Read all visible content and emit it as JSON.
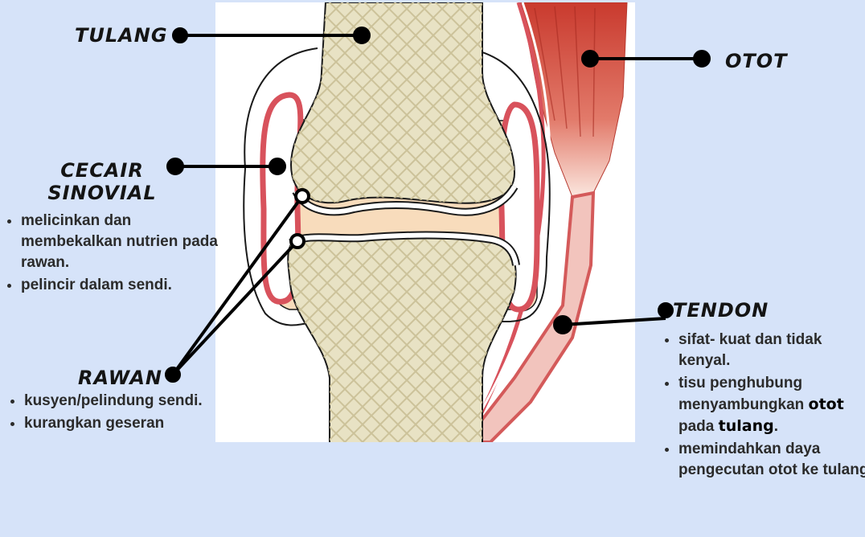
{
  "colors": {
    "background": "#d6e3f9",
    "bone": "#e8e2c4",
    "bone_shadow": "#bdb48a",
    "synovial_fluid": "#f8dcbc",
    "membrane": "#d8525c",
    "muscle": "#d8473f"
  },
  "labels": {
    "tulang": "TULANG",
    "otot": "OTOT",
    "cecair_line1": "CECAIR",
    "cecair_line2": "SINOVIAL",
    "rawan": "RAWAN",
    "tendon": "TENDON"
  },
  "cecair_points": [
    "melicinkan dan membekalkan nutrien pada rawan.",
    "pelincir dalam sendi."
  ],
  "rawan_points": [
    "kusyen/pelindung sendi.",
    "kurangkan geseran"
  ],
  "tendon_points": {
    "p1": "sifat- kuat dan tidak kenyal.",
    "p2_a": "tisu penghubung menyambungkan",
    "p2_otot": "otot",
    "p2_pada": "pada",
    "p2_tulang": "tulang",
    "p2_end": ".",
    "p3": "memindahkan daya pengecutan otot ke tulang."
  }
}
